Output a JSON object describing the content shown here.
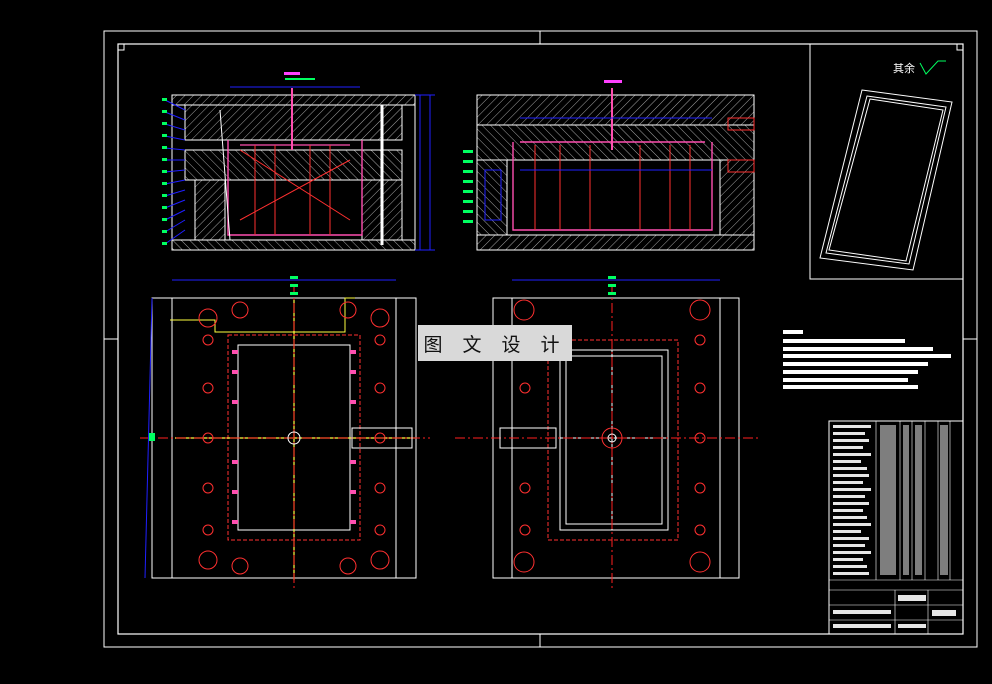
{
  "watermark": {
    "text": "图 文 设 计"
  },
  "roughness_note": {
    "text": "其余"
  },
  "colors": {
    "background": "#000000",
    "frame": "#ffffff",
    "primary_line": "#ffffff",
    "hatch": "#ffffff",
    "dimension": "#2020ff",
    "core": "#ff4fb0",
    "center_line": "#ff2020",
    "part_line": "#ff3030",
    "highlight": "#ffff40",
    "text_green": "#00ff60",
    "label_magenta": "#ff40ff"
  },
  "views": [
    {
      "name": "section-a",
      "kind": "cross-section"
    },
    {
      "name": "section-b",
      "kind": "cross-section"
    },
    {
      "name": "plan-moving-half",
      "kind": "plan"
    },
    {
      "name": "plan-fixed-half",
      "kind": "plan"
    },
    {
      "name": "product-iso",
      "kind": "isometric"
    }
  ]
}
